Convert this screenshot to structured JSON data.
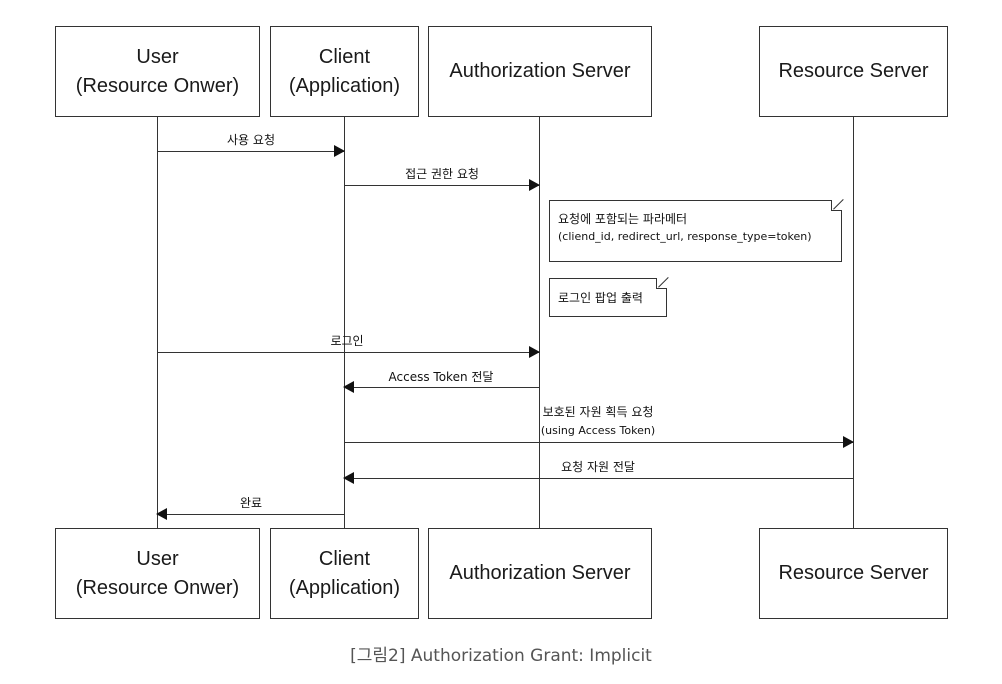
{
  "participants": {
    "user": {
      "line1": "User",
      "line2": "(Resource Onwer)"
    },
    "client": {
      "line1": "Client",
      "line2": "(Application)"
    },
    "auth": {
      "line1": "Authorization Server"
    },
    "resource": {
      "line1": "Resource Server"
    }
  },
  "messages": {
    "m1": "사용 요청",
    "m2": "접근 권한 요청",
    "m3": "로그인",
    "m4": "Access Token 전달",
    "m5_line1": "보호된 자원 획득 요청",
    "m5_line2": "(using Access Token)",
    "m6": "요청 자원 전달",
    "m7": "완료"
  },
  "notes": {
    "params_title": "요청에 포함되는 파라메터",
    "params_detail": "(cliend_id, redirect_url, response_type=token)",
    "popup": "로그인 팝업 출력"
  },
  "caption": "[그림2]  Authorization Grant: Implicit"
}
